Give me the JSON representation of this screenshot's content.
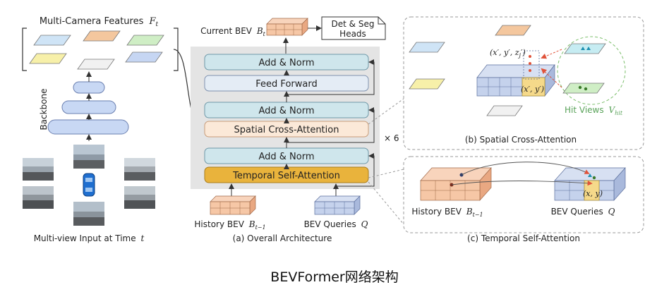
{
  "left_panel": {
    "features_label": "Multi-Camera Features",
    "features_symbol": "F",
    "features_sub": "t",
    "backbone_label": "Backbone",
    "input_label": "Multi-view Input at Time",
    "input_symbol": "t"
  },
  "architecture": {
    "current_bev_label": "Current BEV",
    "current_bev_symbol": "B",
    "current_bev_sub": "t",
    "heads_line1": "Det & Seg",
    "heads_line2": "Heads",
    "blocks": [
      "Add & Norm",
      "Feed Forward",
      "Add & Norm",
      "Spatial Cross-Attention",
      "Add & Norm",
      "Temporal Self-Attention"
    ],
    "repeat_label": "× 6",
    "history_label": "History BEV",
    "history_symbol": "B",
    "history_sub": "t−1",
    "queries_label": "BEV Queries",
    "queries_symbol": "Q",
    "caption": "(a) Overall Architecture"
  },
  "sca_panel": {
    "ref_3d": "(x′, y′, z",
    "ref_3d_sub": "j",
    "ref_3d_end": "′)",
    "ref_2d": "(x′, y′)",
    "hit_views_label": "Hit Views",
    "hit_views_symbol": "V",
    "hit_views_sub": "hit",
    "caption": "(b) Spatial Cross-Attention"
  },
  "tsa_panel": {
    "history_label": "History BEV",
    "history_symbol": "B",
    "history_sub": "t−1",
    "queries_label": "BEV Queries",
    "queries_symbol": "Q",
    "point_label": "(x, y)",
    "caption": "(c) Temporal Self-Attention"
  },
  "figure_caption": "BEVFormer网络架构",
  "colors": {
    "block_blue": "#cfe6ec",
    "block_ffn": "#e4ecf5",
    "block_sca": "#fbe9d8",
    "block_tsa": "#e9b33c",
    "arch_bg": "#e4e4e4",
    "bev_orange": "#f6c7a6",
    "bev_blue": "#c5d2ec",
    "hit_green": "#5aa35a",
    "accent_red": "#e0533a"
  }
}
